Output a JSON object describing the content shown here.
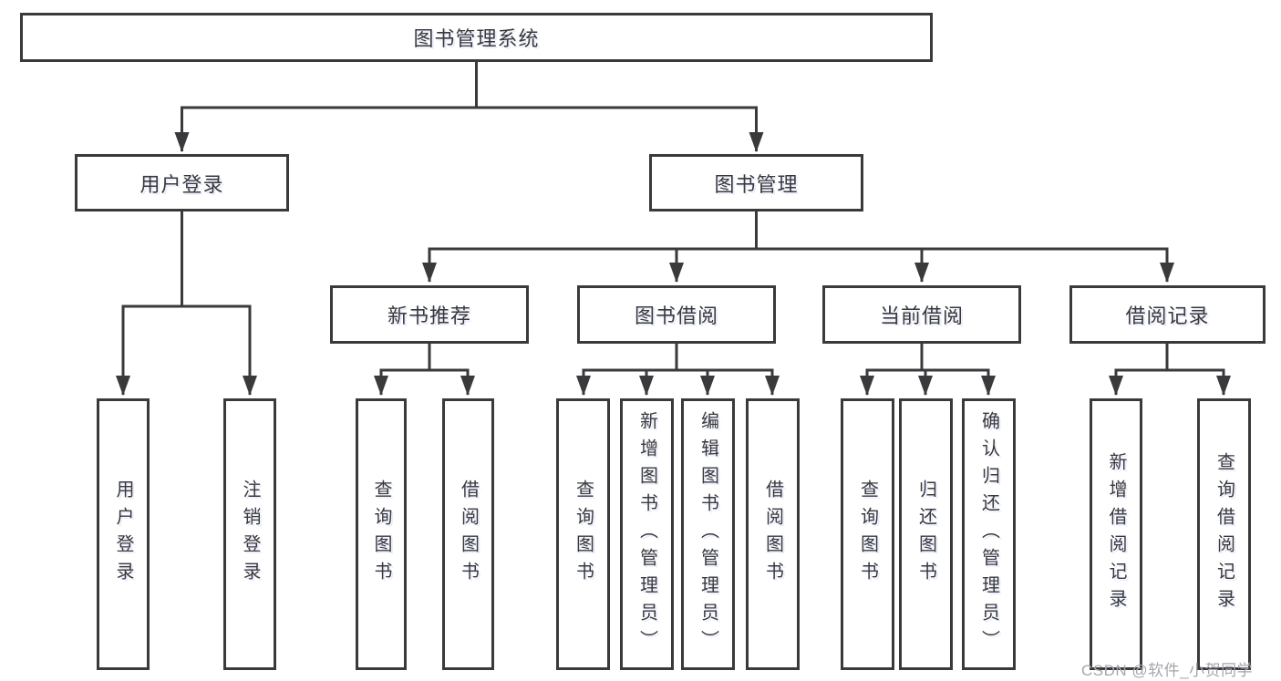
{
  "diagram": {
    "root": {
      "label": "图书管理系统"
    },
    "level2": [
      {
        "label": "用户登录"
      },
      {
        "label": "图书管理"
      }
    ],
    "level3": [
      {
        "label": "新书推荐"
      },
      {
        "label": "图书借阅"
      },
      {
        "label": "当前借阅"
      },
      {
        "label": "借阅记录"
      }
    ],
    "leaves": {
      "login": [
        "用户登录",
        "注销登录"
      ],
      "recommend": [
        "查询图书",
        "借阅图书"
      ],
      "borrow": [
        "查询图书",
        "新增图书（管理员）",
        "编辑图书（管理员）",
        "借阅图书"
      ],
      "current": [
        "查询图书",
        "归还图书",
        "确认归还（管理员）"
      ],
      "records": [
        "新增借阅记录",
        "查询借阅记录"
      ]
    }
  },
  "watermark": "CSDN @软件_小贺同学",
  "colors": {
    "line": "#3a3a3c",
    "text": "#39393b",
    "watermark": "#a6a6ad"
  }
}
